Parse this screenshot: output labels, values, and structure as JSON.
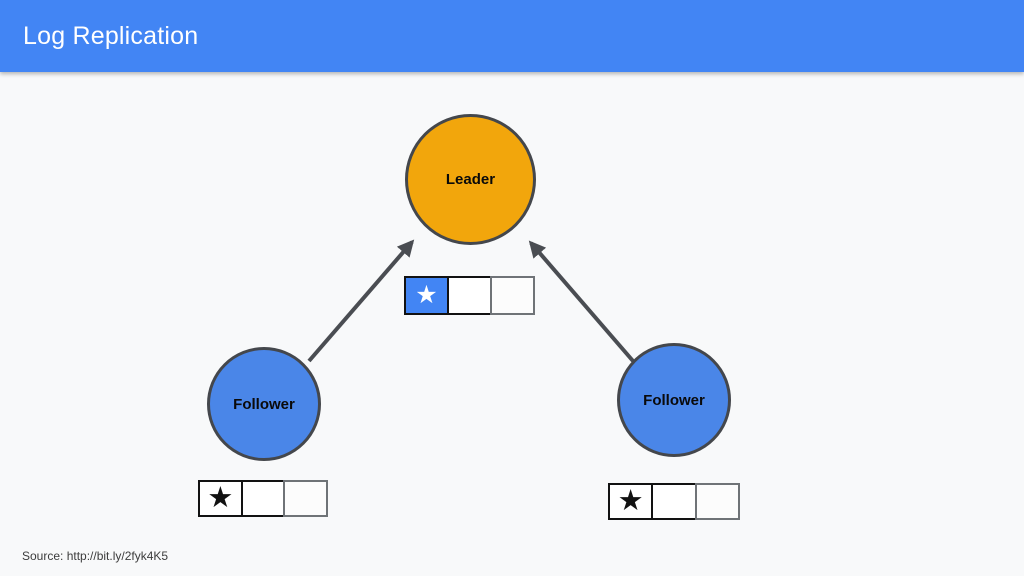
{
  "header": {
    "title": "Log Replication",
    "background_color": "#4285f4",
    "text_color": "#ffffff"
  },
  "diagram": {
    "leader": {
      "label": "Leader",
      "fill_color": "#f2a60c",
      "border_color": "#44474c"
    },
    "follower_left": {
      "label": "Follower"
    },
    "follower_right": {
      "label": "Follower"
    },
    "follower_fill_color": "#4a86e8",
    "arrow_color": "#4a4d52",
    "leader_log": {
      "cells": [
        "★",
        "",
        ""
      ],
      "entry_fill_color": "#4285f4",
      "entry_star_color": "#ffffff"
    },
    "follower_left_log": {
      "cells": [
        "★",
        "",
        ""
      ],
      "entry_star_color": "#111111"
    },
    "follower_right_log": {
      "cells": [
        "★",
        "",
        ""
      ],
      "entry_star_color": "#111111"
    }
  },
  "footer": {
    "source": "Source: http://bit.ly/2fyk4K5"
  }
}
